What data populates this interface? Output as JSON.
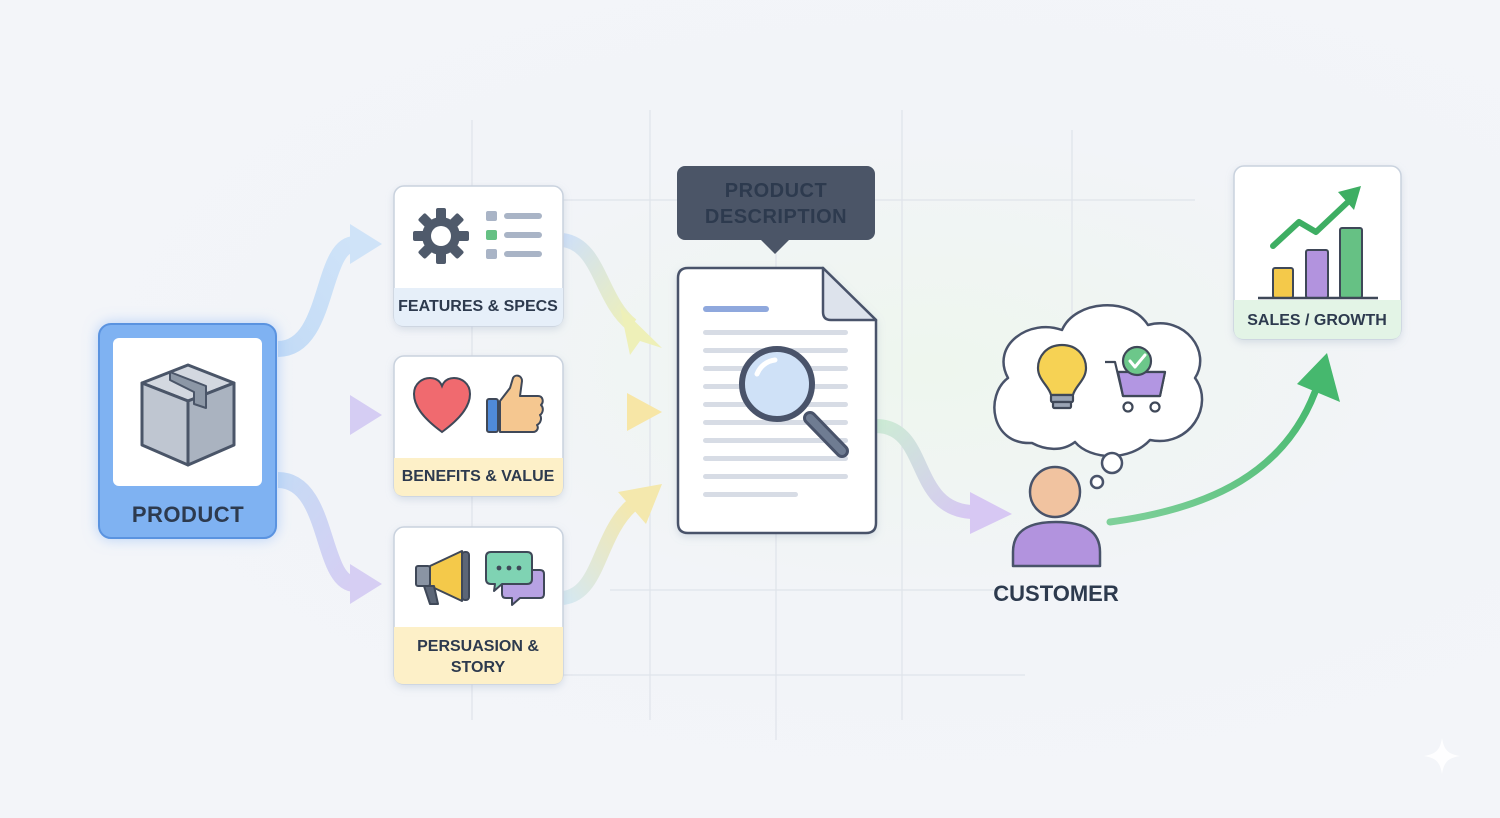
{
  "nodes": {
    "product": {
      "label": "PRODUCT"
    },
    "features": {
      "label": "FEATURES & SPECS"
    },
    "benefits": {
      "label": "BENEFITS & VALUE"
    },
    "persuasion": {
      "label_line1": "PERSUASION &",
      "label_line2": "STORY"
    },
    "description": {
      "label_line1": "PRODUCT",
      "label_line2": "DESCRIPTION"
    },
    "customer": {
      "label": "CUSTOMER"
    },
    "sales": {
      "label": "SALES / GROWTH"
    }
  },
  "colors": {
    "product_blue": "#6ea6f0",
    "features_band": "#e6eff9",
    "benefits_band": "#fdf0c8",
    "persuasion_band": "#fdf0c8",
    "callout_dark": "#4b5567",
    "growth_green": "#5cc580",
    "customer_purple": "#b293de",
    "customer_skin": "#f1c3a0"
  },
  "icons": [
    "box-icon",
    "gear-icon",
    "list-icon",
    "heart-icon",
    "thumbs-up-icon",
    "megaphone-icon",
    "chat-bubbles-icon",
    "document-icon",
    "magnifier-icon",
    "lightbulb-icon",
    "cart-check-icon",
    "person-icon",
    "bar-chart-icon",
    "trend-arrow-icon",
    "sparkle-icon"
  ]
}
